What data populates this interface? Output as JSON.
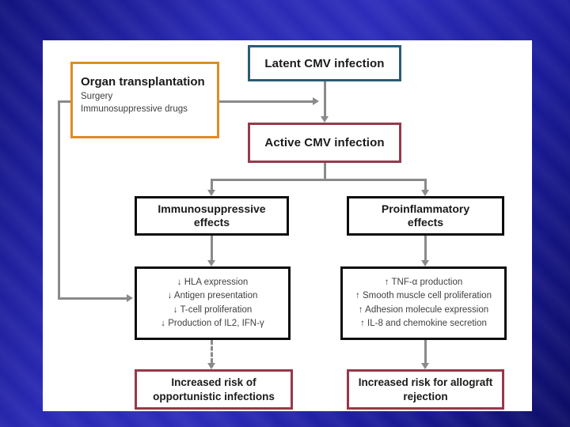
{
  "slide": {
    "nodes": {
      "latent": {
        "label": "Latent CMV infection"
      },
      "transplant": {
        "title": "Organ transplantation",
        "lines": [
          "Surgery",
          "Immunosuppressive drugs"
        ]
      },
      "active": {
        "label": "Active CMV infection"
      },
      "immunosuppressive_effects": {
        "label": "Immunosuppressive effects"
      },
      "proinflammatory_effects": {
        "label": "Proinflammatory effects"
      },
      "immunosuppressive_detail": {
        "items": [
          "↓ HLA expression",
          "↓ Antigen presentation",
          "↓ T-cell proliferation",
          "↓ Production of IL2, IFN-γ"
        ]
      },
      "proinflammatory_detail": {
        "items": [
          "↑ TNF-α production",
          "↑ Smooth muscle cell proliferation",
          "↑ Adhesion molecule expression",
          "↑ IL-8 and chemokine secretion"
        ]
      },
      "risk_opportunistic": {
        "label": "Increased risk of opportunistic infections"
      },
      "risk_allograft": {
        "label": "Increased risk for allograft rejection"
      }
    },
    "colors": {
      "background_blue": "#2929b4",
      "latent_border": "#2a5d73",
      "transplant_border": "#e08c24",
      "maroon_border": "#96394a",
      "black_border": "#0d0d0d",
      "arrow_gray": "#8a8a8a"
    }
  }
}
